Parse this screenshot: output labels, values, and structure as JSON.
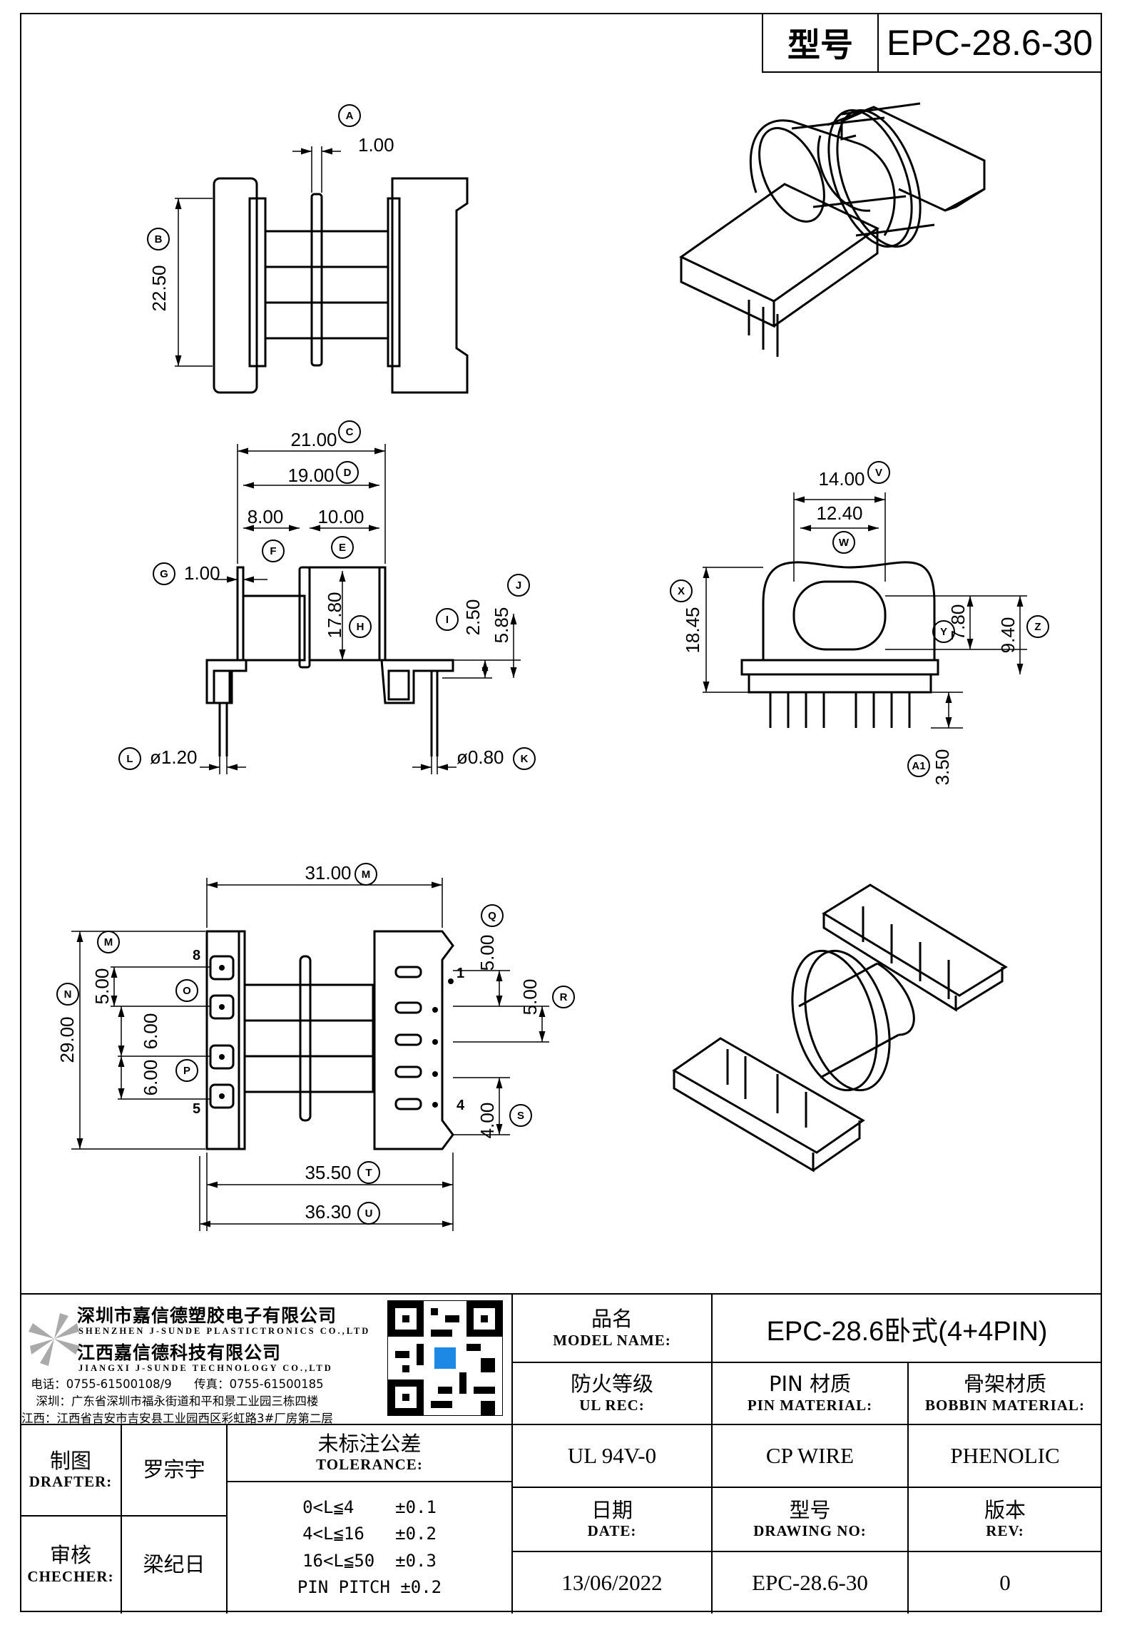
{
  "header": {
    "model_label": "型号",
    "model_value": "EPC-28.6-30"
  },
  "top_view": {
    "circle_a": "A",
    "dim_a": "1.00",
    "circle_b": "B",
    "dim_b": "22.50"
  },
  "side_view": {
    "c_label": "C",
    "c_val": "21.00",
    "d_label": "D",
    "d_val": "19.00",
    "f_label": "F",
    "f_val": "8.00",
    "e_label": "E",
    "e_val": "10.00",
    "g_label": "G",
    "g_val": "1.00",
    "h_label": "H",
    "h_val": "17.80",
    "i_label": "I",
    "i_val": "2.50",
    "j_label": "J",
    "j_val": "5.85",
    "l_label": "L",
    "l_val": "ø1.20",
    "k_label": "K",
    "k_val": "ø0.80"
  },
  "front_view": {
    "v_label": "V",
    "v_val": "14.00",
    "w_label": "W",
    "w_val": "12.40",
    "x_label": "X",
    "x_val": "18.45",
    "y_label": "Y",
    "y_val": "7.80",
    "z_label": "Z",
    "z_val": "9.40",
    "a1_label": "A1",
    "a1_val": "3.50"
  },
  "bottom_view": {
    "m_label": "M",
    "m_val": "31.00",
    "n_label": "N",
    "n_val": "29.00",
    "o_label": "O",
    "o_val": "6.00",
    "p_label": "P",
    "p_val": "6.00",
    "m2_val": "5.00",
    "q_label": "Q",
    "q_val": "5.00",
    "r_label": "R",
    "r_val": "5.00",
    "s_label": "S",
    "s_val": "4.00",
    "t_label": "T",
    "t_val": "35.50",
    "u_label": "U",
    "u_val": "36.30",
    "pin_8": "8",
    "pin_5": "5",
    "pin_1": "1",
    "pin_4": "4"
  },
  "company": {
    "name_sz": "深圳市嘉信德塑胶电子有限公司",
    "en_sz": "SHENZHEN J-SUNDE PLASTICTRONICS CO.,LTD",
    "name_jx": "江西嘉信德科技有限公司",
    "en_jx": "JIANGXI J-SUNDE TECHNOLOGY CO.,LTD",
    "tel": "电话：0755-61500108/9",
    "fax": "传真：0755-61500185",
    "addr_sz": "深圳：广东省深圳市福永街道和平和景工业园三栋四楼",
    "addr_jx": "江西：江西省吉安市吉安县工业园西区彩虹路3#厂房第二层"
  },
  "title_block": {
    "model_name_cn": "品名",
    "model_name_en": "MODEL NAME:",
    "model_name_val": "EPC-28.6卧式(4+4PIN)",
    "ul_cn": "防火等级",
    "ul_en": "UL REC:",
    "pin_cn": "PIN 材质",
    "pin_en": "PIN MATERIAL:",
    "bobbin_cn": "骨架材质",
    "bobbin_en": "BOBBIN MATERIAL:",
    "ul_val": "UL 94V-0",
    "pin_val": "CP WIRE",
    "bobbin_val": "PHENOLIC",
    "drafter_cn": "制图",
    "drafter_en": "DRAFTER:",
    "drafter_val": "罗宗宇",
    "checker_cn": "审核",
    "checker_en": "CHECHER:",
    "checker_val": "梁纪日",
    "tol_cn": "未标注公差",
    "tol_en": "TOLERANCE:",
    "tol_rows": [
      "0<L≦4    ±0.1",
      "4<L≦16   ±0.2",
      "16<L≦50  ±0.3",
      "PIN PITCH ±0.2"
    ],
    "date_cn": "日期",
    "date_en": "DATE:",
    "date_val": "13/06/2022",
    "dwg_cn": "型号",
    "dwg_en": "DRAWING NO:",
    "dwg_val": "EPC-28.6-30",
    "rev_cn": "版本",
    "rev_en": "REV:",
    "rev_val": "0"
  }
}
